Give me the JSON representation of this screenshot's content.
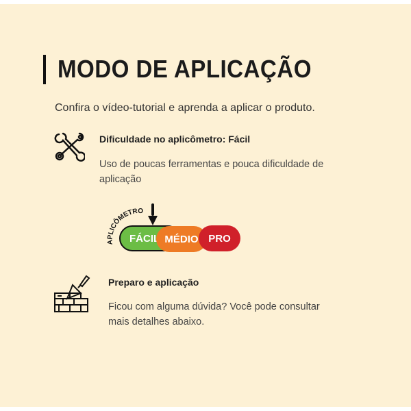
{
  "title": "MODO DE APLICAÇÃO",
  "subtitle": "Confira o vídeo-tutorial e aprenda a aplicar o produto.",
  "difficulty": {
    "heading": "Dificuldade no aplicômetro: Fácil",
    "description": "Uso de poucas ferramentas e pouca dificuldade de aplicação",
    "icon": "tools-icon"
  },
  "meter": {
    "label": "APLICÔMETRO",
    "levels": [
      "FÁCIL",
      "MÉDIO",
      "PRO"
    ],
    "selected": "FÁCIL",
    "colors": [
      "#6cbd45",
      "#ee7b25",
      "#d0202a"
    ]
  },
  "prep": {
    "heading": "Preparo e aplicação",
    "description": "Ficou com alguma dúvida? Você pode consultar mais detalhes abaixo.",
    "icon": "brick-wall-trowel-icon"
  }
}
